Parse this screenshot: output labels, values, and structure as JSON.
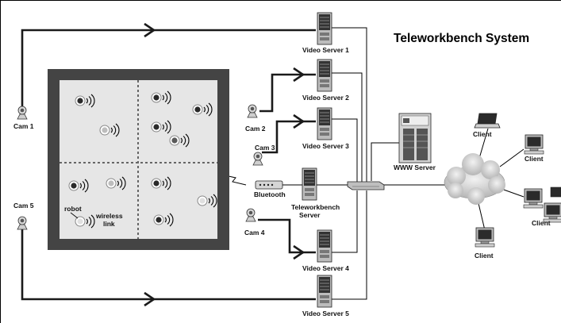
{
  "title": "Teleworkbench System",
  "cams": {
    "cam1": "Cam 1",
    "cam2": "Cam 2",
    "cam3": "Cam 3",
    "cam4": "Cam 4",
    "cam5": "Cam 5"
  },
  "servers": {
    "video1": "Video Server 1",
    "video2": "Video Server 2",
    "video3": "Video Server 3",
    "video4": "Video Server 4",
    "video5": "Video Server 5",
    "teleworkbench_line1": "Teleworkbench",
    "teleworkbench_line2": "Server",
    "www": "WWW Server"
  },
  "labels": {
    "bluetooth": "Bluetooth",
    "robot": "robot",
    "wireless_line1": "wireless",
    "wireless_line2": "link"
  },
  "clients": [
    "Client",
    "Client",
    "Client",
    "Client"
  ]
}
